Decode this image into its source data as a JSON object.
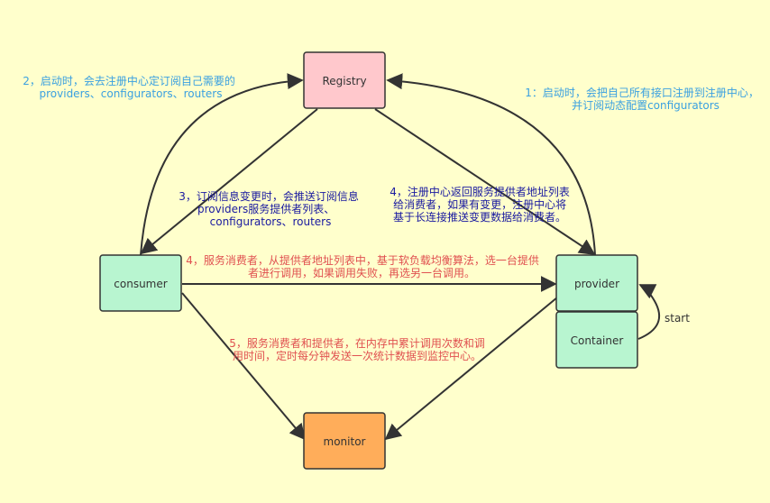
{
  "colors": {
    "background": "#ffffcc",
    "registry_fill": "#ffc8cc",
    "node_fill": "#b8f5d0",
    "monitor_fill": "#ffad5a",
    "arrow": "#333333"
  },
  "nodes": {
    "registry": "Registry",
    "consumer": "consumer",
    "provider": "provider",
    "container": "Container",
    "monitor": "monitor"
  },
  "labels": {
    "start": "start",
    "step1": [
      "1：启动时，会把自己所有接口注册到注册中心，",
      "并订阅动态配置configurators"
    ],
    "step2": [
      "2，启动时，会去注册中心定订阅自己需要的",
      "providers、configurators、routers"
    ],
    "step3": [
      "3，订阅信息变更时，会推送订阅信息",
      "providers服务提供者列表、",
      "configurators、routers"
    ],
    "step4a": [
      "4，注册中心返回服务提供者地址列表",
      "给消费者，如果有变更，注册中心将",
      "基于长连接推送变更数据给消费者。"
    ],
    "step4b": [
      "4，服务消费者，从提供者地址列表中，基于软负载均衡算法，选一台提供",
      "者进行调用，如果调用失败，再选另一台调用。"
    ],
    "step5": [
      "5，服务消费者和提供者，在内存中累计调用次数和调",
      "用时间，定时每分钟发送一次统计数据到监控中心。"
    ]
  }
}
